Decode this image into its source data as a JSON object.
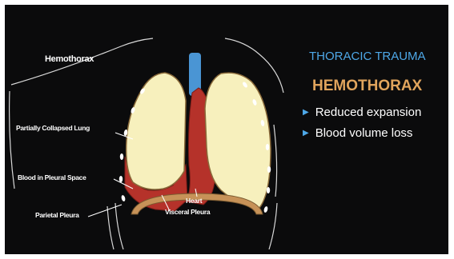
{
  "diagram": {
    "title": "Hemothorax",
    "labels": {
      "partially_collapsed_lung": "Partially Collapsed Lung",
      "blood_in_pleural_space": "Blood in Pleural Space",
      "parietal_pleura": "Parietal Pleura",
      "heart": "Heart",
      "visceral_pleura": "Visceral Pleura"
    }
  },
  "sidebar": {
    "topic": "THORACIC TRAUMA",
    "subtopic": "HEMOTHORAX",
    "bullets": [
      "Reduced expansion",
      "Blood volume loss"
    ]
  },
  "colors": {
    "background": "#0b0b0c",
    "lung": "#f7f0bd",
    "blood": "#b5322a",
    "trachea": "#4a95d4",
    "diaphragm": "#c79258",
    "topic": "#4ea8e8",
    "subtopic": "#e0a45c"
  }
}
